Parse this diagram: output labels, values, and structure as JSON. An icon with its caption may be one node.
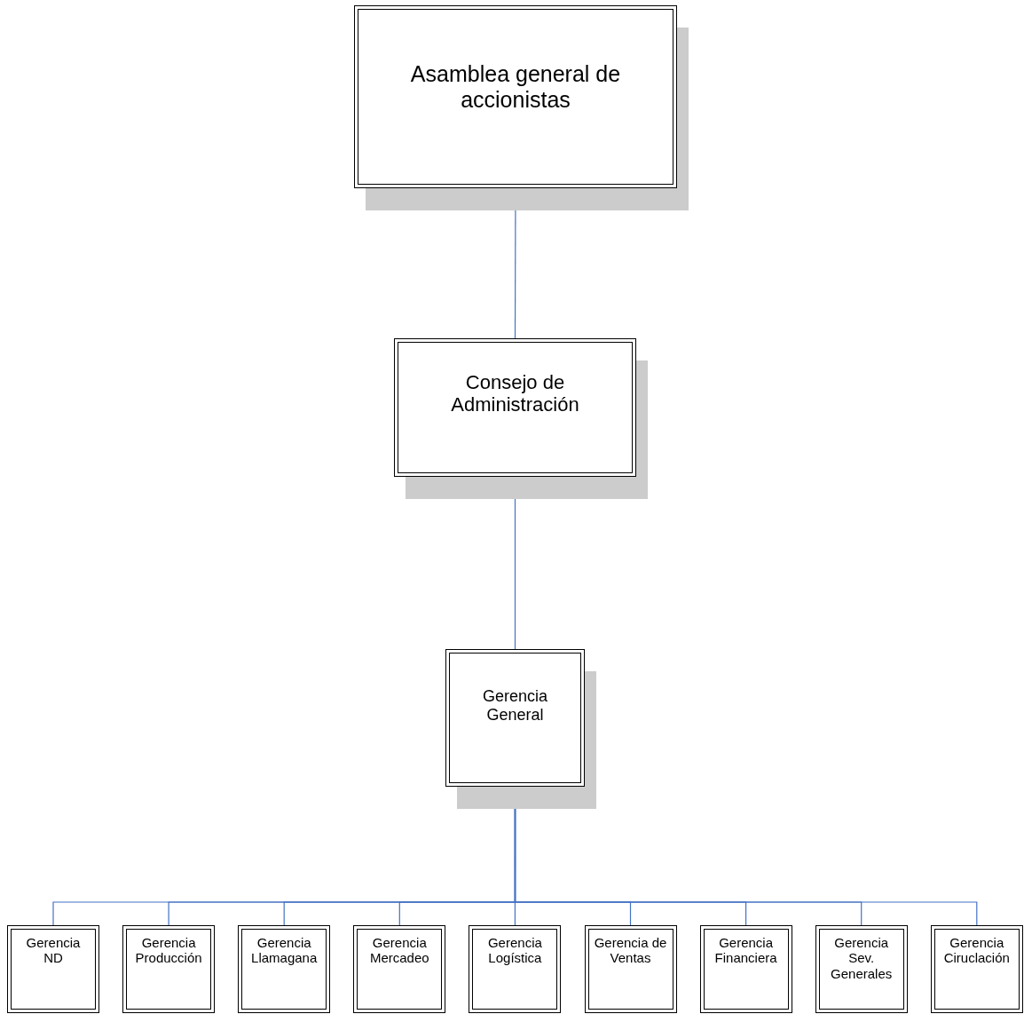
{
  "diagram": {
    "nodes": [
      {
        "text": [
          "Asamblea general de accionistas"
        ]
      },
      {
        "text": [
          "Consejo de Administración"
        ]
      },
      {
        "text": [
          "Gerencia General"
        ]
      },
      {
        "text": [
          "Gerencia ND"
        ]
      },
      {
        "text": [
          "Gerencia Producción"
        ]
      },
      {
        "text": [
          "Gerencia Llamagana"
        ]
      },
      {
        "text": [
          "Gerencia Mercadeo"
        ]
      },
      {
        "text": [
          "Gerencia Logística"
        ]
      },
      {
        "text": [
          "Gerencia de Ventas"
        ]
      },
      {
        "text": [
          "Gerencia Financiera"
        ]
      },
      {
        "text": [
          "Gerencia Sev. Generales"
        ]
      },
      {
        "text": [
          "Gerencia Ciruclación"
        ]
      }
    ],
    "edges": [
      {
        "from": 0,
        "to": 1,
        "arrow": "none"
      },
      {
        "from": 1,
        "to": 2,
        "arrow": "none"
      },
      {
        "from": 2,
        "to": 3,
        "arrow": "none"
      },
      {
        "from": 2,
        "to": 4,
        "arrow": "none"
      },
      {
        "from": 2,
        "to": 5,
        "arrow": "none"
      },
      {
        "from": 2,
        "to": 6,
        "arrow": "none"
      },
      {
        "from": 2,
        "to": 7,
        "arrow": "none"
      },
      {
        "from": 2,
        "to": 8,
        "arrow": "none"
      },
      {
        "from": 2,
        "to": 9,
        "arrow": "none"
      },
      {
        "from": 2,
        "to": 10,
        "arrow": "none"
      },
      {
        "from": 2,
        "to": 11,
        "arrow": "none"
      }
    ]
  }
}
